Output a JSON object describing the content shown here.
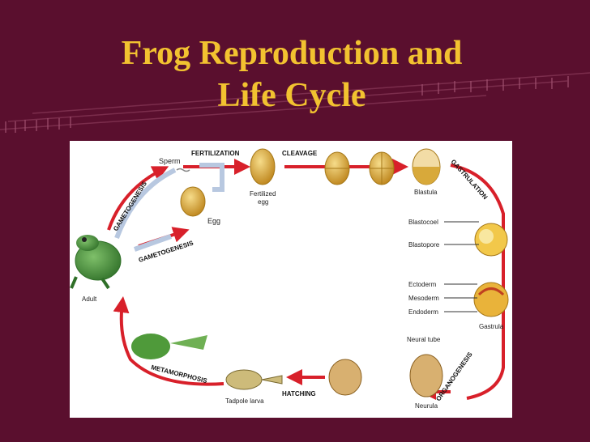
{
  "title": {
    "line1": "Frog Reproduction and",
    "line2": "Life Cycle"
  },
  "diagram": {
    "stages": {
      "sperm": "Sperm",
      "egg": "Egg",
      "fertilized": "Fertilized",
      "fertilized_2": "egg",
      "blastula": "Blastula",
      "blastocoel": "Blastocoel",
      "blastopore": "Blastopore",
      "ectoderm": "Ectoderm",
      "mesoderm": "Mesoderm",
      "endoderm": "Endoderm",
      "gastrula": "Gastrula",
      "neural_tube": "Neural tube",
      "neurula": "Neurula",
      "tadpole": "Tadpole larva",
      "adult": "Adult"
    },
    "processes": {
      "fertilization": "FERTILIZATION",
      "cleavage": "CLEAVAGE",
      "gastrulation": "GASTRULATION",
      "organogenesis": "ORGANOGENESIS",
      "hatching": "HATCHING",
      "metamorphosis": "METAMORPHOSIS",
      "gametogenesis_upper": "GAMETOGENESIS",
      "gametogenesis_lower": "GAMETOGENESIS"
    },
    "colors": {
      "arrow": "#d8202a",
      "gamete_arrow": "#b8c8e0",
      "egg": "#d8a93a",
      "frog": "#4f9a3a",
      "title": "#f2c230"
    }
  }
}
